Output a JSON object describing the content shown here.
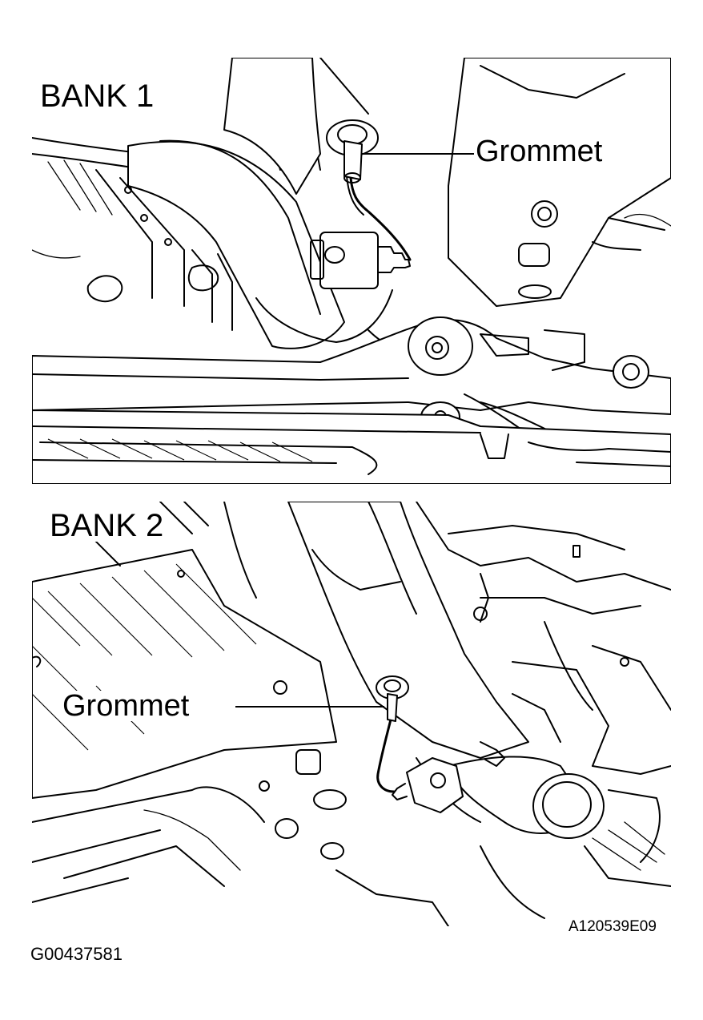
{
  "panels": [
    {
      "title": "BANK 1",
      "callout": "Grommet"
    },
    {
      "title": "BANK 2",
      "callout": "Grommet"
    }
  ],
  "figure_code": "A120539E09",
  "document_code": "G00437581"
}
